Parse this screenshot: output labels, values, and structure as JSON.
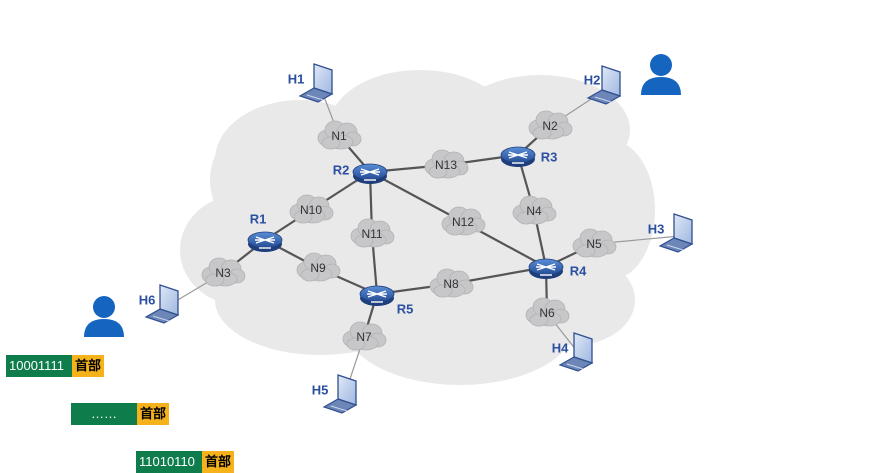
{
  "routers": [
    {
      "id": "R1",
      "label": "R1"
    },
    {
      "id": "R2",
      "label": "R2"
    },
    {
      "id": "R3",
      "label": "R3"
    },
    {
      "id": "R4",
      "label": "R4"
    },
    {
      "id": "R5",
      "label": "R5"
    }
  ],
  "networks": [
    {
      "id": "N1",
      "label": "N1"
    },
    {
      "id": "N2",
      "label": "N2"
    },
    {
      "id": "N3",
      "label": "N3"
    },
    {
      "id": "N4",
      "label": "N4"
    },
    {
      "id": "N5",
      "label": "N5"
    },
    {
      "id": "N6",
      "label": "N6"
    },
    {
      "id": "N7",
      "label": "N7"
    },
    {
      "id": "N8",
      "label": "N8"
    },
    {
      "id": "N9",
      "label": "N9"
    },
    {
      "id": "N10",
      "label": "N10"
    },
    {
      "id": "N11",
      "label": "N11"
    },
    {
      "id": "N12",
      "label": "N12"
    },
    {
      "id": "N13",
      "label": "N13"
    }
  ],
  "hosts": [
    {
      "id": "H1",
      "label": "H1"
    },
    {
      "id": "H2",
      "label": "H2"
    },
    {
      "id": "H3",
      "label": "H3"
    },
    {
      "id": "H4",
      "label": "H4"
    },
    {
      "id": "H5",
      "label": "H5"
    },
    {
      "id": "H6",
      "label": "H6"
    }
  ],
  "links": [
    [
      "H1",
      "N1"
    ],
    [
      "N1",
      "R2"
    ],
    [
      "H2",
      "N2"
    ],
    [
      "N2",
      "R3"
    ],
    [
      "H3",
      "N5"
    ],
    [
      "N5",
      "R4"
    ],
    [
      "H4",
      "N6"
    ],
    [
      "N6",
      "R4"
    ],
    [
      "H5",
      "N7"
    ],
    [
      "N7",
      "R5"
    ],
    [
      "H6",
      "N3"
    ],
    [
      "N3",
      "R1"
    ],
    [
      "R1",
      "N10"
    ],
    [
      "N10",
      "R2"
    ],
    [
      "R1",
      "N9"
    ],
    [
      "N9",
      "R5"
    ],
    [
      "R2",
      "N13"
    ],
    [
      "N13",
      "R3"
    ],
    [
      "R2",
      "N11"
    ],
    [
      "N11",
      "R5"
    ],
    [
      "R2",
      "N12"
    ],
    [
      "N12",
      "R4"
    ],
    [
      "R3",
      "N4"
    ],
    [
      "N4",
      "R4"
    ],
    [
      "R5",
      "N8"
    ],
    [
      "N8",
      "R4"
    ]
  ],
  "packets": [
    {
      "payload": "10001111",
      "header": "首部"
    },
    {
      "payload": "……",
      "header": "首部"
    },
    {
      "payload": "11010110",
      "header": "首部"
    }
  ],
  "colors": {
    "cloud": "#e9e9ea",
    "link": "#555555",
    "router": "#2f5fb0",
    "user": "#1565c0",
    "payload": "#0f7d4b",
    "header": "#f6b21b"
  },
  "icons": {
    "router": "router-icon",
    "host": "laptop-icon",
    "user": "user-icon",
    "network": "cloud-icon"
  }
}
